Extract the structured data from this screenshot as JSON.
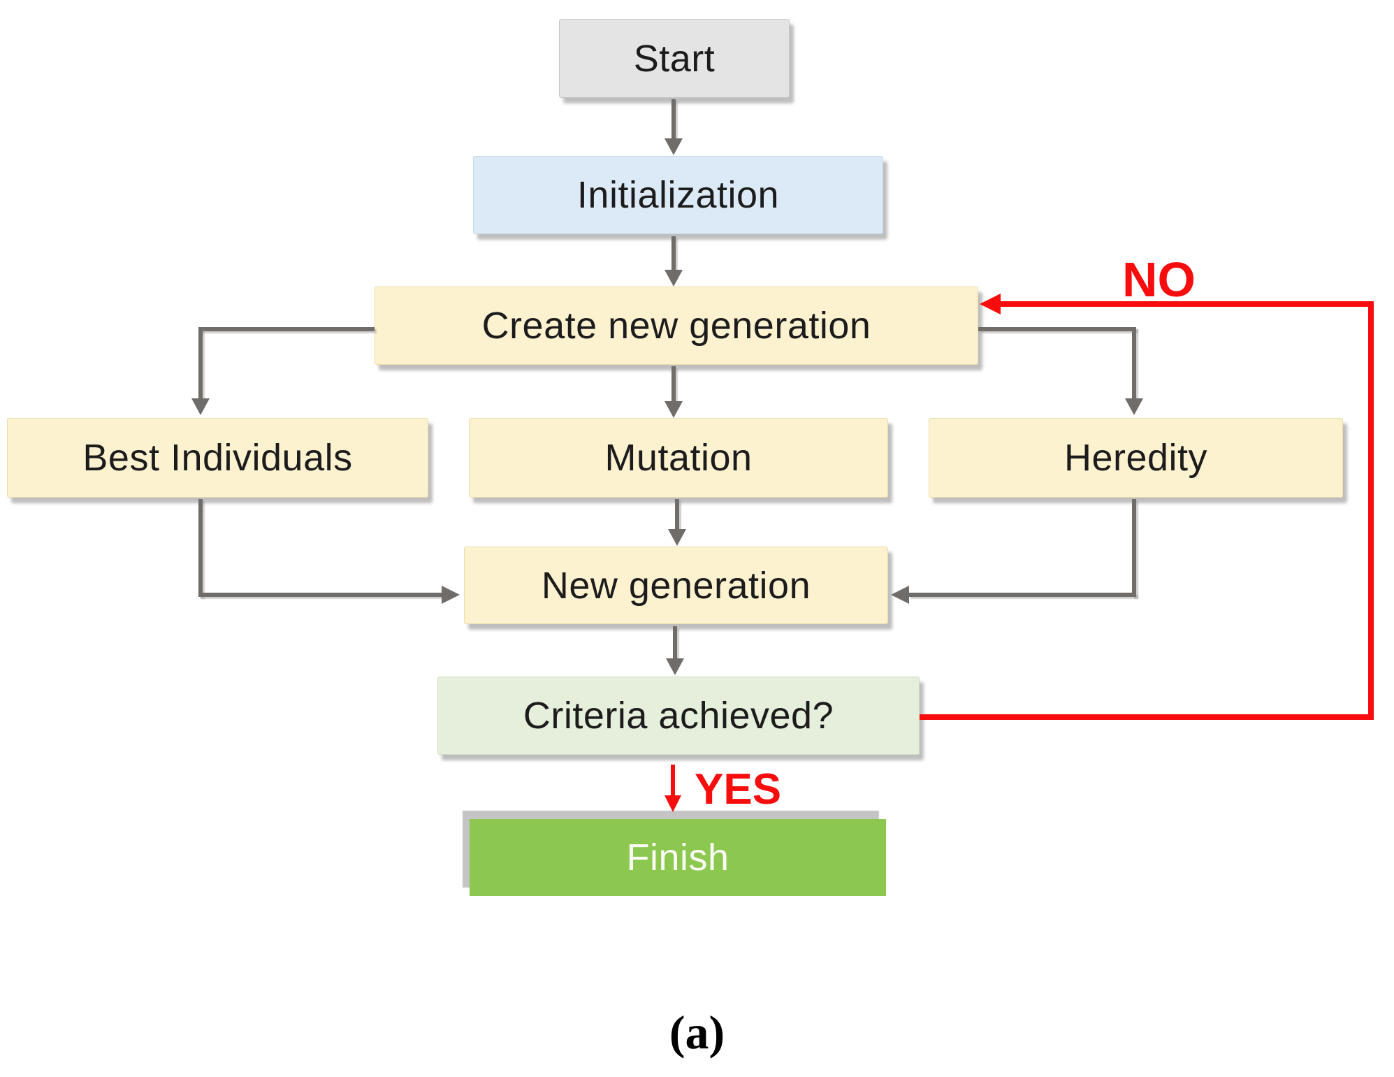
{
  "diagram": {
    "caption": "(a)",
    "nodes": {
      "start": {
        "label": "Start",
        "fill": "#e4e4e4",
        "text_color": "#1c1c1c"
      },
      "initialization": {
        "label": "Initialization",
        "fill": "#dce9f6",
        "text_color": "#1c1c1c"
      },
      "create": {
        "label": "Create new generation",
        "fill": "#fdf2d0",
        "text_color": "#1c1c1c"
      },
      "best": {
        "label": "Best Individuals",
        "fill": "#fdf2d0",
        "text_color": "#1c1c1c"
      },
      "mutation": {
        "label": "Mutation",
        "fill": "#fdf2d0",
        "text_color": "#1c1c1c"
      },
      "heredity": {
        "label": "Heredity",
        "fill": "#fdf2d0",
        "text_color": "#1c1c1c"
      },
      "newgen": {
        "label": "New generation",
        "fill": "#fdf2d0",
        "text_color": "#1c1c1c"
      },
      "criteria": {
        "label": "Criteria achieved?",
        "fill": "#e5efdb",
        "text_color": "#1c1c1c"
      },
      "finish": {
        "label": "Finish",
        "fill": "#8cc850",
        "text_color": "#fafaf5"
      }
    },
    "edge_labels": {
      "no": "NO",
      "yes": "YES"
    },
    "colors": {
      "arrow_gray": "#6f6c6a",
      "loop_red": "#f70d0d"
    }
  }
}
